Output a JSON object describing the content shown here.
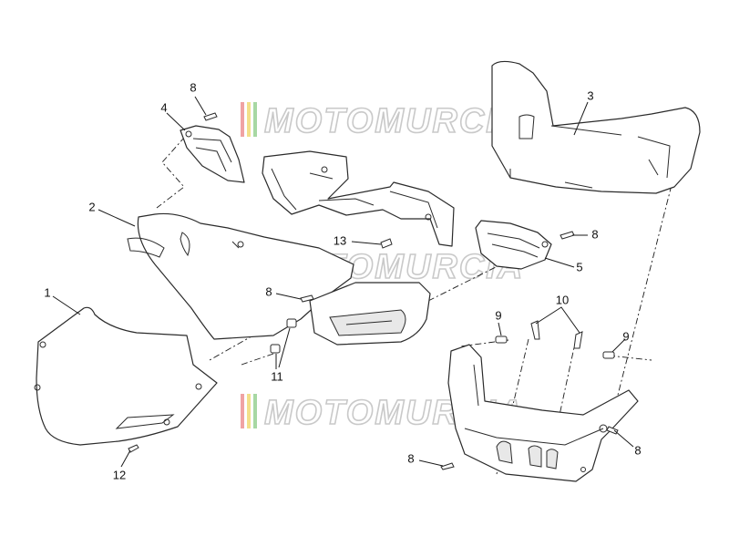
{
  "watermark": {
    "text": "MOTOMURCIA",
    "stripe_colors": [
      "#f0a3a3",
      "#f3e08a",
      "#a7d8a3"
    ]
  },
  "callouts": [
    {
      "id": "c1",
      "label": "1"
    },
    {
      "id": "c2",
      "label": "2"
    },
    {
      "id": "c3",
      "label": "3"
    },
    {
      "id": "c4",
      "label": "4"
    },
    {
      "id": "c5",
      "label": "5"
    },
    {
      "id": "c8a",
      "label": "8"
    },
    {
      "id": "c8b",
      "label": "8"
    },
    {
      "id": "c8c",
      "label": "8"
    },
    {
      "id": "c8d",
      "label": "8"
    },
    {
      "id": "c8e",
      "label": "8"
    },
    {
      "id": "c9a",
      "label": "9"
    },
    {
      "id": "c9b",
      "label": "9"
    },
    {
      "id": "c10",
      "label": "10"
    },
    {
      "id": "c11",
      "label": "11"
    },
    {
      "id": "c12",
      "label": "12"
    },
    {
      "id": "c13",
      "label": "13"
    }
  ]
}
